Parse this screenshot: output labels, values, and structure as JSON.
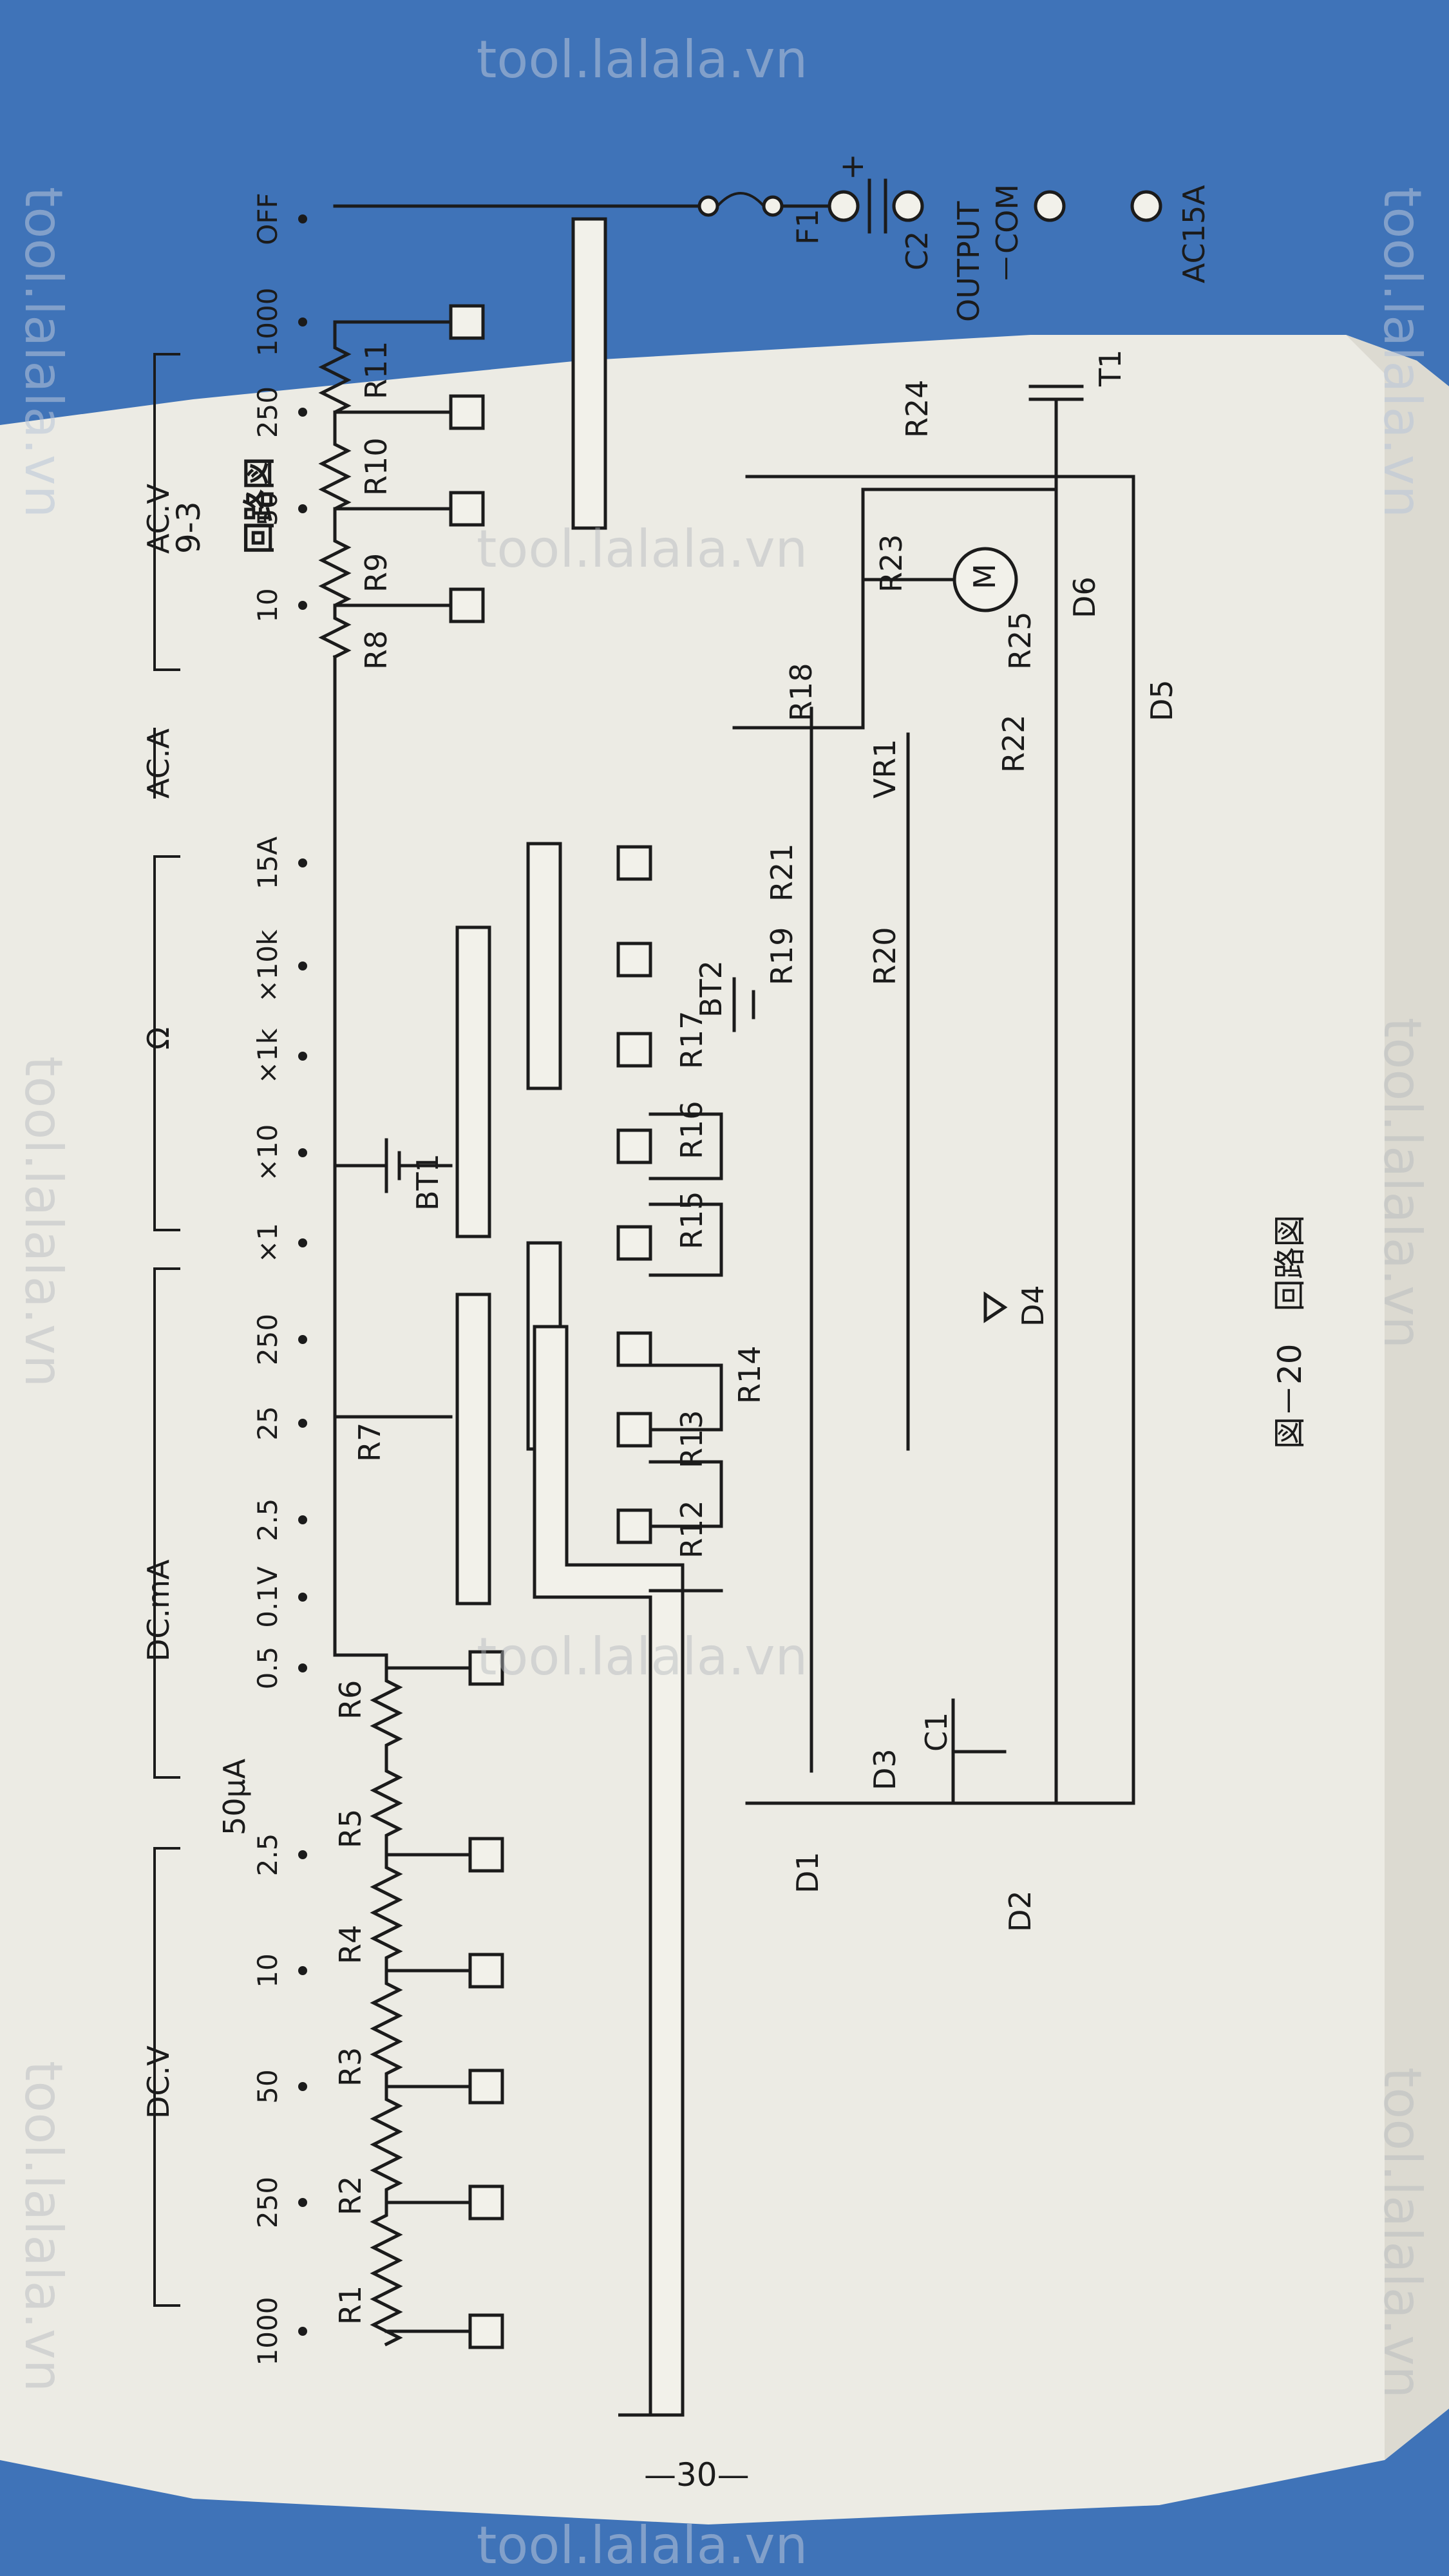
{
  "page": {
    "section_number": "9-3",
    "section_title": "回路図",
    "figure_caption": "図－20　回路図",
    "page_number": "—30—",
    "watermark": "tool.lalala.vn"
  },
  "ranges": {
    "dcv_group": "DC.V",
    "dcma_group": "DC.mA",
    "ohm_group": "Ω",
    "aca_group": "AC.A",
    "acv_group": "AC.V",
    "ua_note": "50μA",
    "positions": [
      "1000",
      "250",
      "50",
      "10",
      "2.5",
      "0.5",
      "0.1V",
      "2.5",
      "25",
      "250",
      "×1",
      "×10",
      "×1k",
      "×10k",
      "15A",
      "10",
      "50",
      "250",
      "1000",
      "OFF"
    ]
  },
  "components": {
    "R1": "R1",
    "R2": "R2",
    "R3": "R3",
    "R4": "R4",
    "R5": "R5",
    "R6": "R6",
    "R7": "R7",
    "R8": "R8",
    "R9": "R9",
    "R10": "R10",
    "R11": "R11",
    "R12": "R12",
    "R13": "R13",
    "R14": "R14",
    "R15": "R15",
    "R16": "R16",
    "R17": "R17",
    "R18": "R18",
    "R19": "R19",
    "R20": "R20",
    "R21": "R21",
    "R22": "R22",
    "R23": "R23",
    "R24": "R24",
    "R25": "R25",
    "BT1": "BT1",
    "BT2": "BT2",
    "VR1": "VR1",
    "C1": "C1",
    "C2": "C2",
    "F1": "F1",
    "T1": "T1",
    "M": "M",
    "D1": "D1",
    "D2": "D2",
    "D3": "D3",
    "D4": "D4",
    "D5": "D5",
    "D6": "D6"
  },
  "terminals": {
    "plus": "+",
    "output": "OUTPUT",
    "com": "－COM",
    "ac15a": "AC15A"
  }
}
